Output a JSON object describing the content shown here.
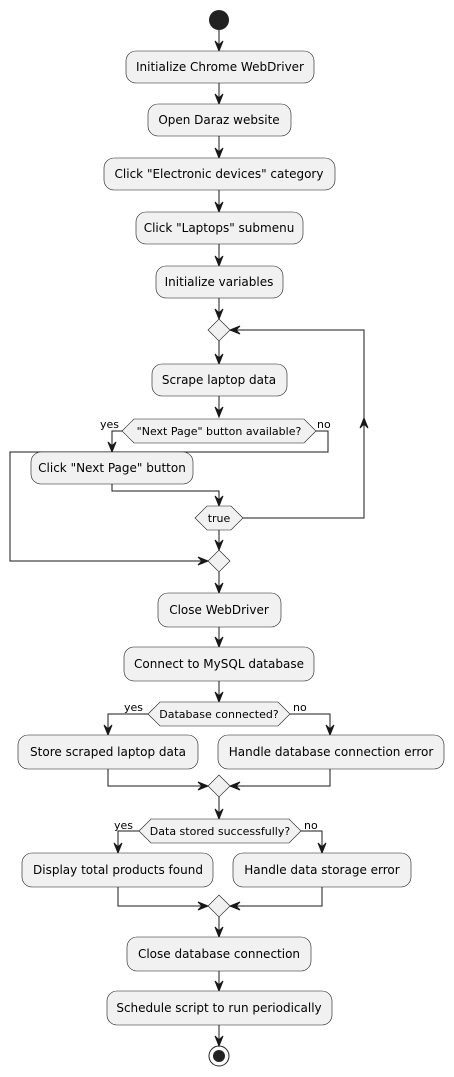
{
  "diagram": {
    "actions": {
      "init_chrome": "Initialize Chrome WebDriver",
      "open_daraz": "Open Daraz website",
      "click_electronic": "Click \"Electronic devices\" category",
      "click_laptops": "Click \"Laptops\" submenu",
      "init_vars": "Initialize variables",
      "scrape": "Scrape laptop data",
      "click_next": "Click \"Next Page\" button",
      "close_webdriver": "Close WebDriver",
      "connect_mysql": "Connect to MySQL database",
      "store_data": "Store scraped laptop data",
      "handle_db_error": "Handle database connection error",
      "display_total": "Display total products found",
      "handle_storage_error": "Handle data storage error",
      "close_db": "Close database connection",
      "schedule": "Schedule script to run periodically"
    },
    "conditions": {
      "next_page": "\"Next Page\" button available?",
      "loop_true": "true",
      "db_connected": "Database connected?",
      "data_stored": "Data stored successfully?"
    },
    "branches": {
      "next_yes": "yes",
      "next_no": "no",
      "db_yes": "yes",
      "db_no": "no",
      "stored_yes": "yes",
      "stored_no": "no"
    }
  }
}
